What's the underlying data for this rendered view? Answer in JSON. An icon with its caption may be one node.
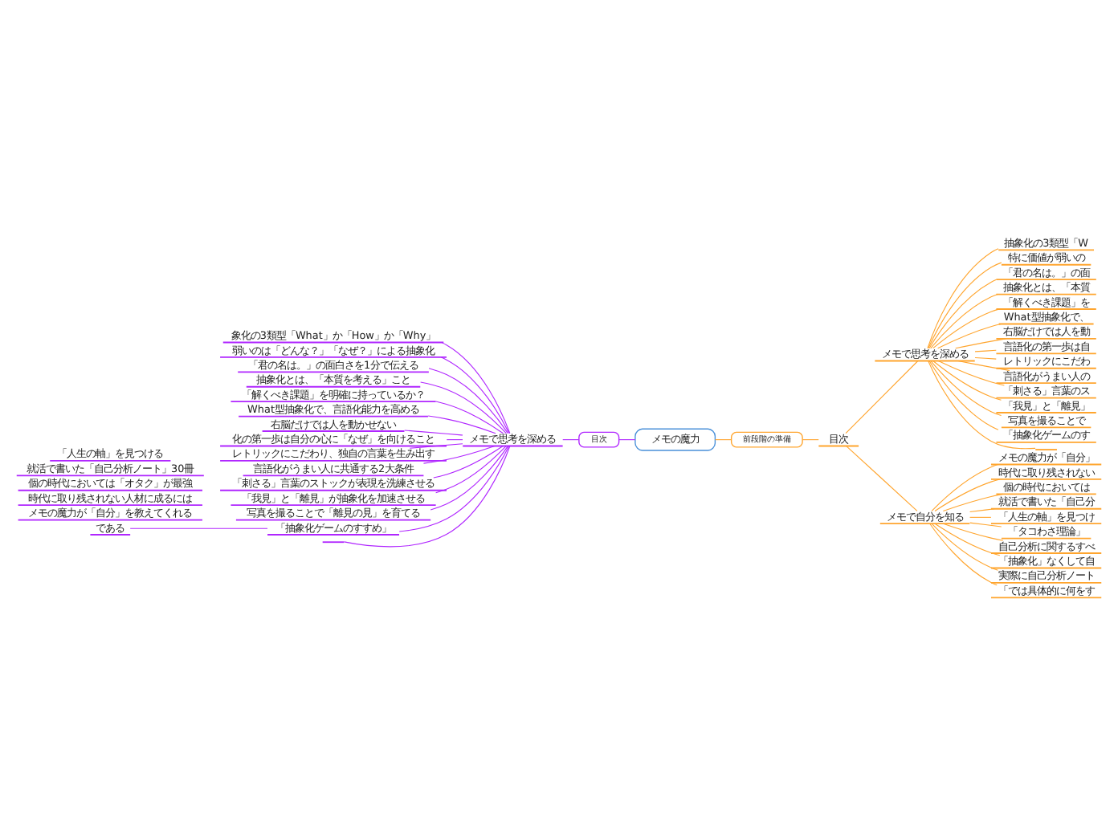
{
  "diagram": {
    "nodes": [
      {
        "text": [
          "メモの魔力"
        ]
      },
      {
        "text": [
          "前段階の準備"
        ]
      },
      {
        "text": [
          "目次"
        ]
      },
      {
        "text": [
          "目次"
        ]
      },
      {
        "text": [
          "メモで思考を深める"
        ]
      },
      {
        "text": [
          "メモで自分を知る"
        ]
      },
      {
        "text": [
          "メモで思考を深める"
        ]
      },
      {
        "text": [
          "象化の3類型「What」か「How」か「Why」"
        ]
      },
      {
        "text": [
          "弱いのは「どんな？」「なぜ？」による抽象化"
        ]
      },
      {
        "text": [
          "「君の名は。」の面白さを1分で伝える"
        ]
      },
      {
        "text": [
          "抽象化とは、「本質を考える」こと"
        ]
      },
      {
        "text": [
          "「解くべき課題」を明確に持っているか？"
        ]
      },
      {
        "text": [
          "What型抽象化で、言語化能力を高める"
        ]
      },
      {
        "text": [
          "右脳だけでは人を動かせない"
        ]
      },
      {
        "text": [
          "化の第一歩は自分の心に「なぜ」を向けること"
        ]
      },
      {
        "text": [
          "レトリックにこだわり、独自の言葉を生み出す"
        ]
      },
      {
        "text": [
          "言語化がうまい人に共通する2大条件"
        ]
      },
      {
        "text": [
          "「刺さる」言葉のストックが表現を洗練させる"
        ]
      },
      {
        "text": [
          "「我見」と「離見」が抽象化を加速させる"
        ]
      },
      {
        "text": [
          "写真を撮ることで「離見の見」を育てる"
        ]
      },
      {
        "text": [
          "「抽象化ゲームのすすめ」"
        ]
      },
      {
        "text": [
          "である"
        ]
      },
      {
        "text": [],
        "shape": "line"
      },
      {
        "text": [
          "メモの魔力が「自分」を教えてくれる"
        ]
      },
      {
        "text": [
          "時代に取り残されない人材に成るには"
        ]
      },
      {
        "text": [
          "個の時代においては「オタク」が最強"
        ]
      },
      {
        "text": [
          "就活で書いた「自己分析ノート」30冊"
        ]
      },
      {
        "text": [
          "「人生の軸」を見つける"
        ]
      },
      {
        "text": [
          "抽象化の3類型「W"
        ]
      },
      {
        "text": [
          "特に価値が弱いの"
        ]
      },
      {
        "text": [
          "「君の名は。」の面"
        ]
      },
      {
        "text": [
          "抽象化とは、「本質"
        ]
      },
      {
        "text": [
          "「解くべき課題」を"
        ]
      },
      {
        "text": [
          "What型抽象化で、"
        ]
      },
      {
        "text": [
          "右脳だけでは人を動"
        ]
      },
      {
        "text": [
          "言語化の第一歩は自"
        ]
      },
      {
        "text": [
          "レトリックにこだわ"
        ]
      },
      {
        "text": [
          "言語化がうまい人の"
        ]
      },
      {
        "text": [
          "「刺さる」言葉のス"
        ]
      },
      {
        "text": [
          "「我見」と「離見」"
        ]
      },
      {
        "text": [
          "写真を撮ることで"
        ]
      },
      {
        "text": [
          "「抽象化ゲームのす"
        ]
      },
      {
        "text": [],
        "shape": "line"
      },
      {
        "text": [
          "メモの魔力が「自分」"
        ]
      },
      {
        "text": [
          "時代に取り残されない"
        ]
      },
      {
        "text": [
          "個の時代においては"
        ]
      },
      {
        "text": [
          "就活で書いた「自己分"
        ]
      },
      {
        "text": [
          "「人生の軸」を見つけ"
        ]
      },
      {
        "text": [
          "「タコわさ理論」"
        ]
      },
      {
        "text": [
          "自己分析に関するすべ"
        ]
      },
      {
        "text": [
          "「抽象化」なくして自"
        ]
      },
      {
        "text": [
          "実際に自己分析ノート"
        ]
      },
      {
        "text": [
          "「では具体的に何をす"
        ]
      }
    ],
    "edges": [
      {
        "from": 0,
        "to": 1,
        "arrow": "none",
        "color": "#ffa52e"
      },
      {
        "from": 0,
        "to": 2,
        "arrow": "none",
        "color": "#b026ff"
      },
      {
        "from": 1,
        "to": 3,
        "arrow": "none",
        "color": "#ffa52e"
      },
      {
        "from": 3,
        "to": 4,
        "arrow": "none",
        "color": "#ffa52e"
      },
      {
        "from": 3,
        "to": 5,
        "arrow": "none",
        "color": "#ffa52e"
      },
      {
        "from": 2,
        "to": 6,
        "arrow": "none",
        "color": "#b026ff"
      },
      {
        "from": 6,
        "to": 7,
        "arrow": "none",
        "color": "#b026ff"
      },
      {
        "from": 6,
        "to": 8,
        "arrow": "none",
        "color": "#b026ff"
      },
      {
        "from": 6,
        "to": 9,
        "arrow": "none",
        "color": "#b026ff"
      },
      {
        "from": 6,
        "to": 10,
        "arrow": "none",
        "color": "#b026ff"
      },
      {
        "from": 6,
        "to": 11,
        "arrow": "none",
        "color": "#b026ff"
      },
      {
        "from": 6,
        "to": 12,
        "arrow": "none",
        "color": "#b026ff"
      },
      {
        "from": 6,
        "to": 13,
        "arrow": "none",
        "color": "#b026ff"
      },
      {
        "from": 6,
        "to": 14,
        "arrow": "none",
        "color": "#b026ff"
      },
      {
        "from": 6,
        "to": 15,
        "arrow": "none",
        "color": "#b026ff"
      },
      {
        "from": 6,
        "to": 16,
        "arrow": "none",
        "color": "#b026ff"
      },
      {
        "from": 6,
        "to": 17,
        "arrow": "none",
        "color": "#b026ff"
      },
      {
        "from": 6,
        "to": 18,
        "arrow": "none",
        "color": "#b026ff"
      },
      {
        "from": 6,
        "to": 19,
        "arrow": "none",
        "color": "#b026ff"
      },
      {
        "from": 6,
        "to": 20,
        "arrow": "none",
        "color": "#b026ff"
      },
      {
        "from": 20,
        "to": 21,
        "arrow": "none",
        "color": "#b026ff"
      },
      {
        "from": 6,
        "to": 22,
        "arrow": "none",
        "color": "#b026ff"
      },
      {
        "from": 4,
        "to": 28,
        "arrow": "none",
        "color": "#ffa52e"
      },
      {
        "from": 4,
        "to": 29,
        "arrow": "none",
        "color": "#ffa52e"
      },
      {
        "from": 4,
        "to": 30,
        "arrow": "none",
        "color": "#ffa52e"
      },
      {
        "from": 4,
        "to": 31,
        "arrow": "none",
        "color": "#ffa52e"
      },
      {
        "from": 4,
        "to": 32,
        "arrow": "none",
        "color": "#ffa52e"
      },
      {
        "from": 4,
        "to": 33,
        "arrow": "none",
        "color": "#ffa52e"
      },
      {
        "from": 4,
        "to": 34,
        "arrow": "none",
        "color": "#ffa52e"
      },
      {
        "from": 4,
        "to": 35,
        "arrow": "none",
        "color": "#ffa52e"
      },
      {
        "from": 4,
        "to": 36,
        "arrow": "none",
        "color": "#ffa52e"
      },
      {
        "from": 4,
        "to": 37,
        "arrow": "none",
        "color": "#ffa52e"
      },
      {
        "from": 4,
        "to": 38,
        "arrow": "none",
        "color": "#ffa52e"
      },
      {
        "from": 4,
        "to": 39,
        "arrow": "none",
        "color": "#ffa52e"
      },
      {
        "from": 4,
        "to": 40,
        "arrow": "none",
        "color": "#ffa52e"
      },
      {
        "from": 4,
        "to": 41,
        "arrow": "none",
        "color": "#ffa52e"
      },
      {
        "from": 4,
        "to": 42,
        "arrow": "none",
        "color": "#ffa52e"
      },
      {
        "from": 5,
        "to": 43,
        "arrow": "none",
        "color": "#ffa52e"
      },
      {
        "from": 5,
        "to": 44,
        "arrow": "none",
        "color": "#ffa52e"
      },
      {
        "from": 5,
        "to": 45,
        "arrow": "none",
        "color": "#ffa52e"
      },
      {
        "from": 5,
        "to": 46,
        "arrow": "none",
        "color": "#ffa52e"
      },
      {
        "from": 5,
        "to": 47,
        "arrow": "none",
        "color": "#ffa52e"
      },
      {
        "from": 5,
        "to": 48,
        "arrow": "none",
        "color": "#ffa52e"
      },
      {
        "from": 5,
        "to": 49,
        "arrow": "none",
        "color": "#ffa52e"
      },
      {
        "from": 5,
        "to": 50,
        "arrow": "none",
        "color": "#ffa52e"
      },
      {
        "from": 5,
        "to": 51,
        "arrow": "none",
        "color": "#ffa52e"
      },
      {
        "from": 5,
        "to": 52,
        "arrow": "none",
        "color": "#ffa52e"
      }
    ]
  }
}
